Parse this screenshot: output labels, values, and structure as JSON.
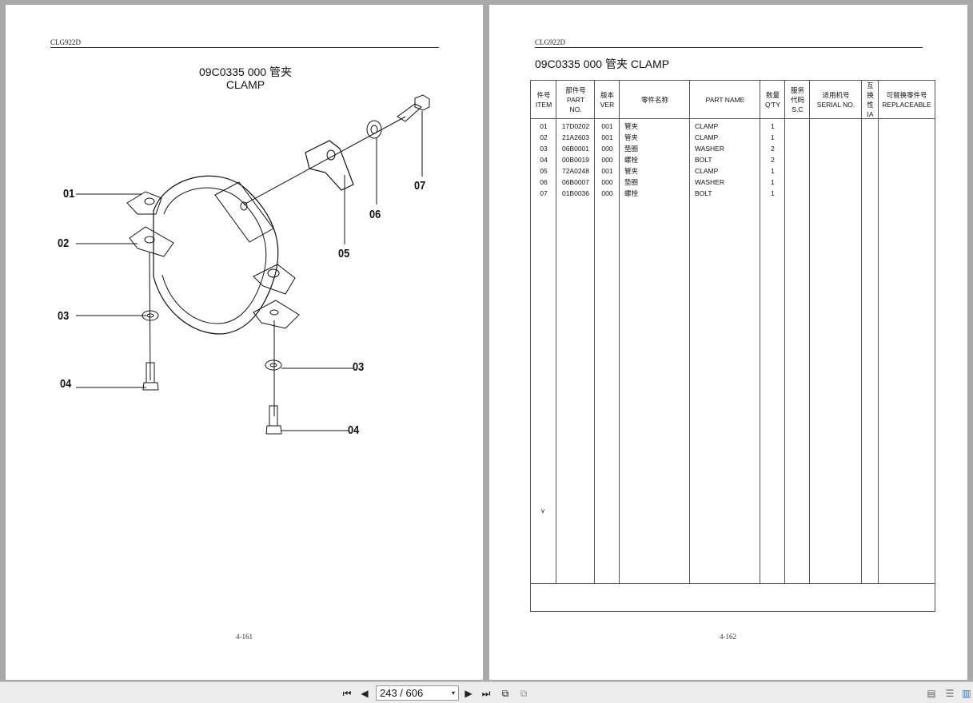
{
  "left_page": {
    "header": "CLG922D",
    "title_line1": "09C0335 000  管夹",
    "title_line2": "CLAMP",
    "callouts": [
      "01",
      "02",
      "03",
      "04",
      "05",
      "06",
      "07",
      "03",
      "04"
    ],
    "page_number": "4-161"
  },
  "right_page": {
    "header": "CLG922D",
    "title": "09C0335 000  管夹  CLAMP",
    "columns": [
      {
        "zh": "件号",
        "en": "ITEM"
      },
      {
        "zh": "部件号",
        "en": "PART NO."
      },
      {
        "zh": "版本",
        "en": "VER"
      },
      {
        "zh": "零件名称",
        "en": ""
      },
      {
        "zh": "",
        "en": "PART NAME"
      },
      {
        "zh": "数量",
        "en": "Q'TY"
      },
      {
        "zh": "服务代码",
        "en": "S.C"
      },
      {
        "zh": "适用机号",
        "en": "SERIAL NO."
      },
      {
        "zh": "互换性",
        "en": "IA"
      },
      {
        "zh": "可替换零件号",
        "en": "REPLACEABLE"
      }
    ],
    "rows": [
      {
        "item": "01",
        "part_no": "17D0202",
        "ver": "001",
        "name_zh": "管夹",
        "name_en": "CLAMP",
        "qty": "1"
      },
      {
        "item": "02",
        "part_no": "21A2603",
        "ver": "001",
        "name_zh": "管夹",
        "name_en": "CLAMP",
        "qty": "1"
      },
      {
        "item": "03",
        "part_no": "06B0001",
        "ver": "000",
        "name_zh": "垫圈",
        "name_en": "WASHER",
        "qty": "2"
      },
      {
        "item": "04",
        "part_no": "00B0019",
        "ver": "000",
        "name_zh": "螺栓",
        "name_en": "BOLT",
        "qty": "2"
      },
      {
        "item": "05",
        "part_no": "72A0248",
        "ver": "001",
        "name_zh": "管夹",
        "name_en": "CLAMP",
        "qty": "1"
      },
      {
        "item": "06",
        "part_no": "06B0007",
        "ver": "000",
        "name_zh": "垫圈",
        "name_en": "WASHER",
        "qty": "1"
      },
      {
        "item": "07",
        "part_no": "01B0036",
        "ver": "000",
        "name_zh": "螺栓",
        "name_en": "BOLT",
        "qty": "1"
      }
    ],
    "stray_mark": "v",
    "page_number": "4-162"
  },
  "toolbar": {
    "page_indicator": "243 / 606",
    "buttons": [
      "first-page-icon",
      "prev-page-icon",
      "next-page-icon",
      "last-page-icon",
      "rotate-icon",
      "fit-icon",
      "single-page-icon",
      "continuous-icon",
      "two-page-icon"
    ]
  }
}
